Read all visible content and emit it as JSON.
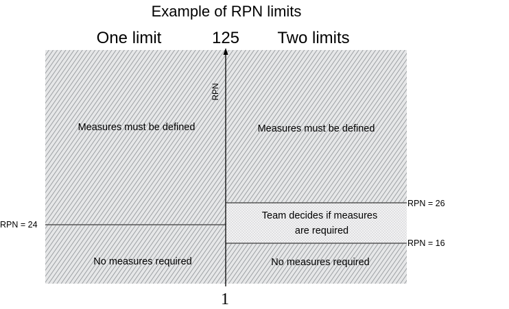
{
  "title": "Example of RPN limits",
  "left_panel": {
    "heading": "One limit",
    "upper_region": "Measures must be defined",
    "lower_region": "No measures required",
    "limit_label": "RPN = 24"
  },
  "right_panel": {
    "heading": "Two limits",
    "upper_region": "Measures must be defined",
    "middle_region_line1": "Team decides if measures",
    "middle_region_line2": "are required",
    "lower_region": "No measures required",
    "upper_limit_label": "RPN = 26",
    "lower_limit_label": "RPN = 16"
  },
  "axis": {
    "label": "RPN",
    "max_label": "125",
    "min_label": "1"
  },
  "colors": {
    "hatch_dense": "#8a8e92",
    "hatch_light": "#c4c6c8",
    "background": "#e9eaeb",
    "lines": "#555555"
  }
}
